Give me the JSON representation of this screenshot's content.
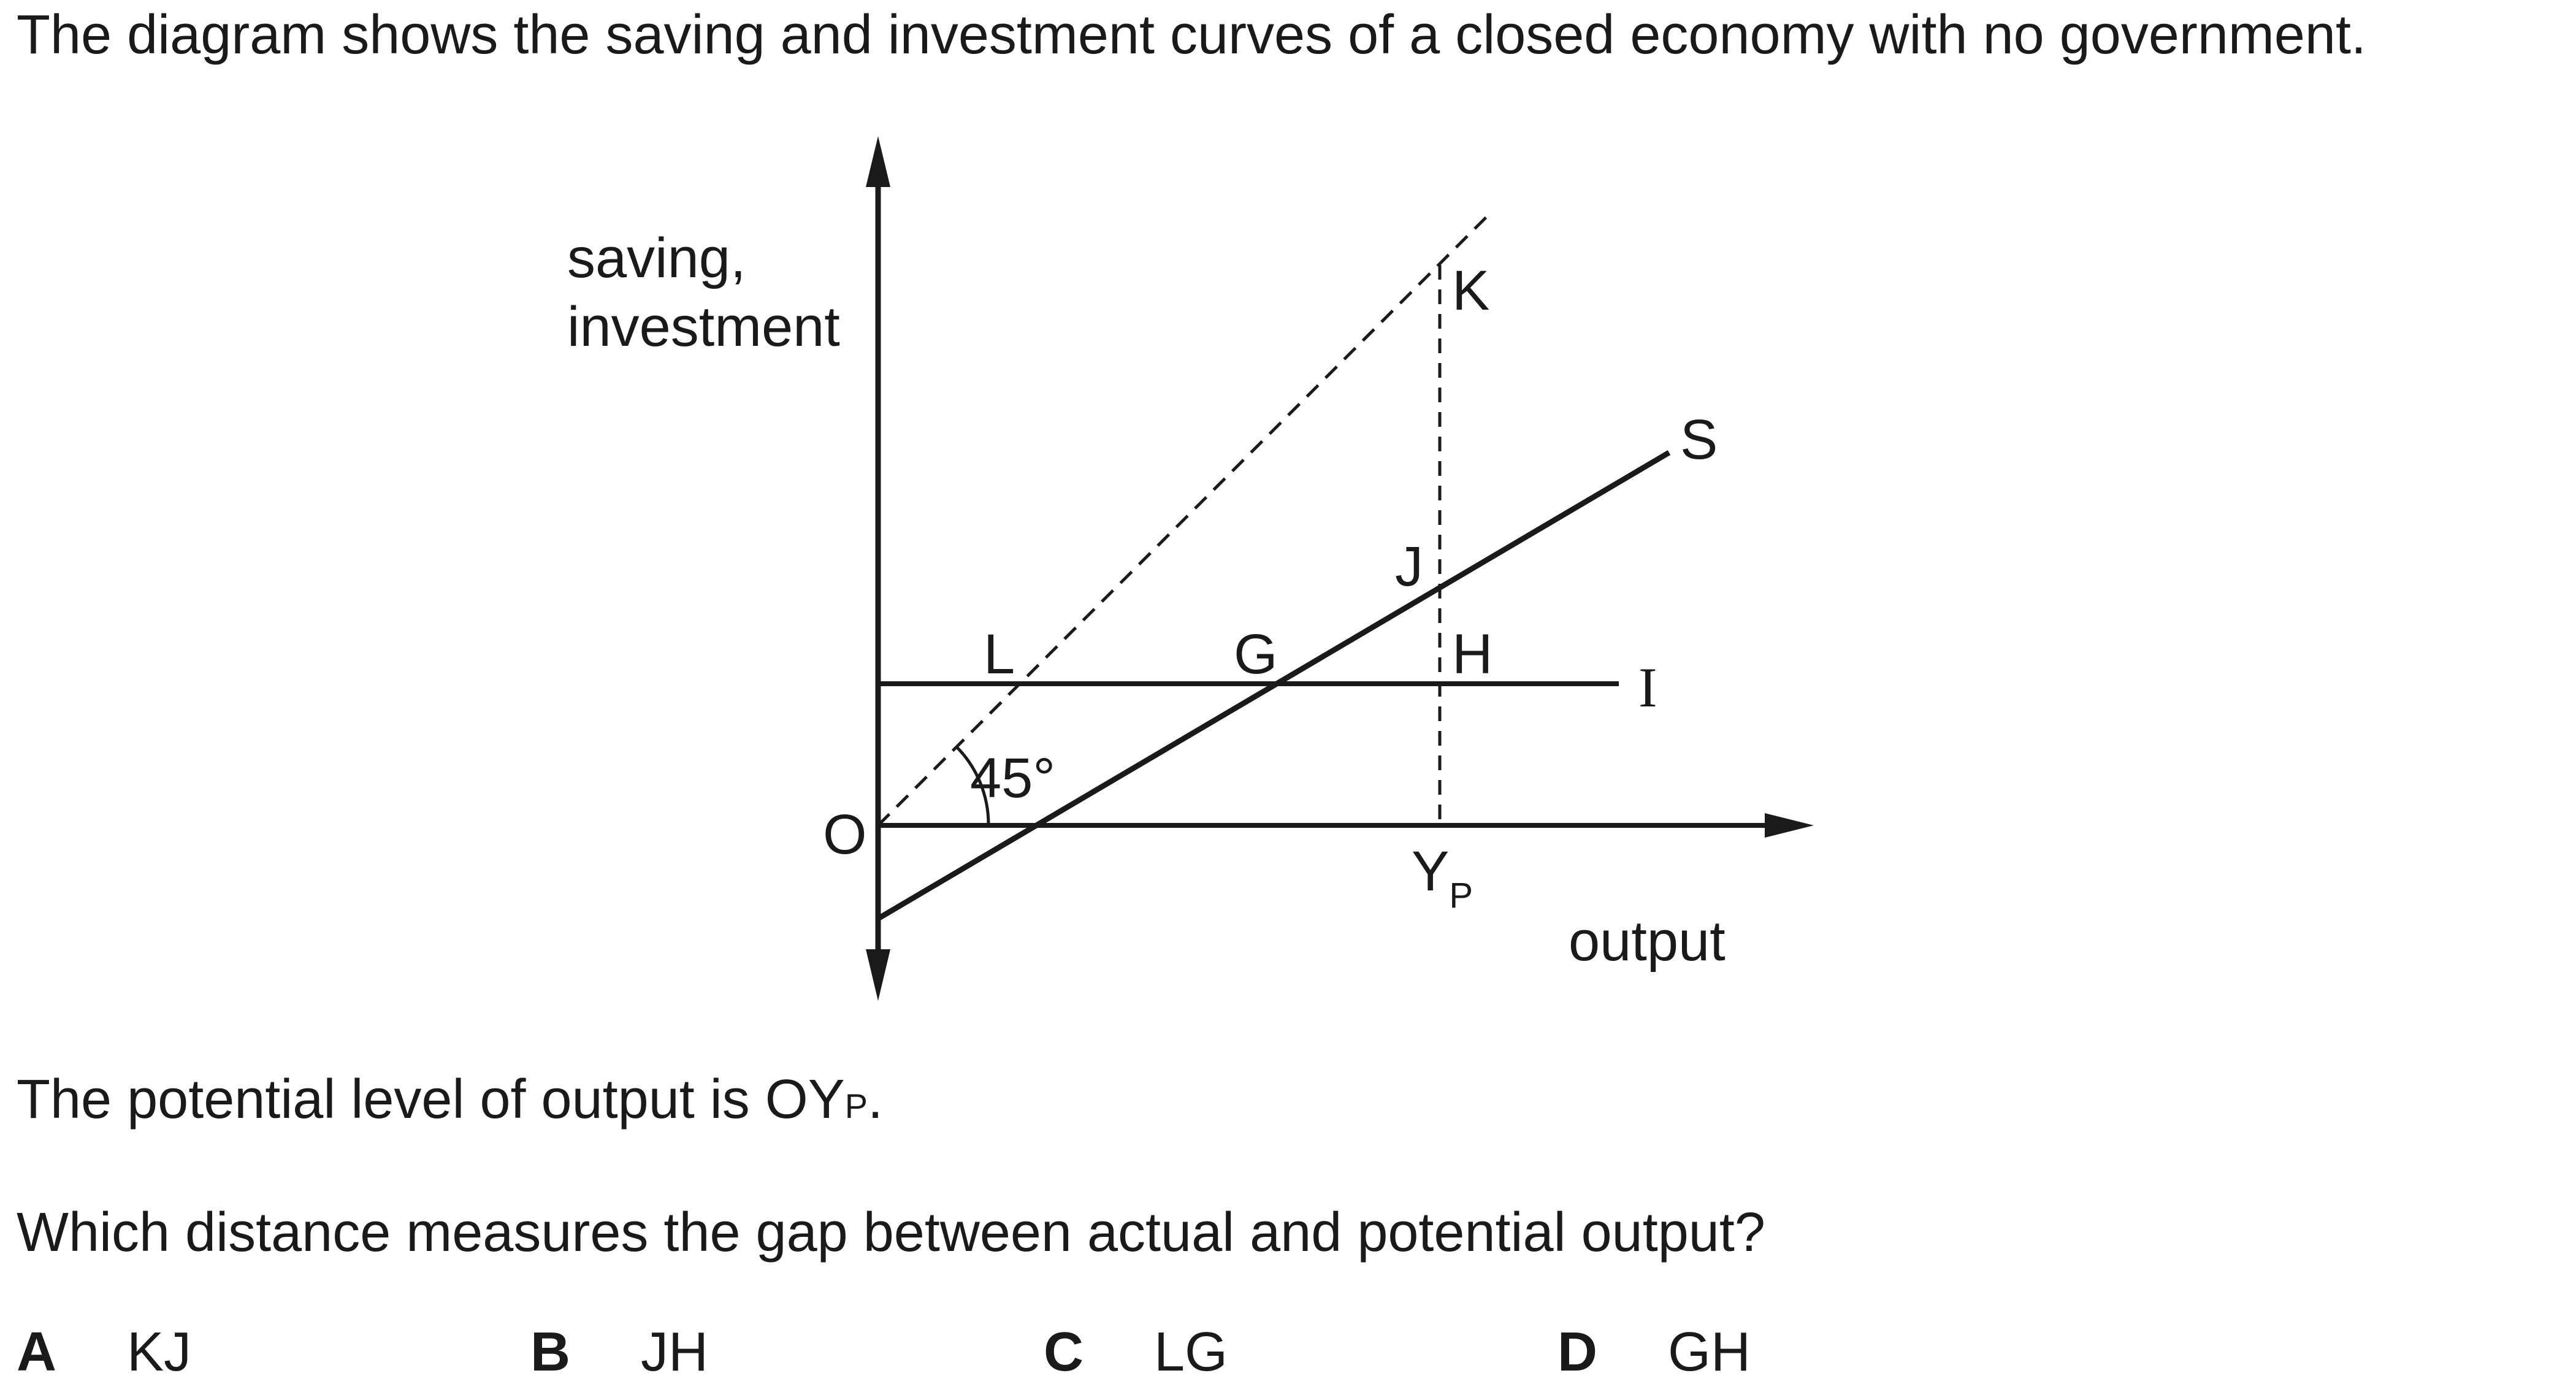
{
  "question": {
    "intro": "The diagram shows the saving and investment curves of a closed economy with no government.",
    "potential_prefix": "The potential level of output is OY",
    "potential_sub": "P",
    "potential_suffix": ".",
    "prompt": "Which distance measures the gap between actual and potential output?"
  },
  "options": [
    {
      "letter": "A",
      "text": "KJ"
    },
    {
      "letter": "B",
      "text": "JH"
    },
    {
      "letter": "C",
      "text": "LG"
    },
    {
      "letter": "D",
      "text": "GH"
    }
  ],
  "diagram": {
    "y_axis_label_line1": "saving,",
    "y_axis_label_line2": "investment",
    "x_axis_label": "output",
    "origin_label": "O",
    "angle_label": "45°",
    "saving_curve_label": "S",
    "investment_curve_label": "I",
    "potential_output_label": "Y",
    "potential_output_sub": "P",
    "points": {
      "K": "K",
      "J": "J",
      "H": "H",
      "G": "G",
      "L": "L"
    }
  }
}
